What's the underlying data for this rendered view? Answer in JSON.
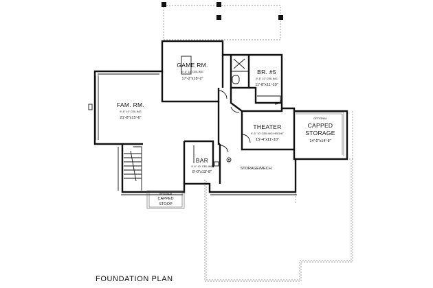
{
  "plan_title": "FOUNDATION PLAN",
  "rooms": {
    "game": {
      "name": "GAME RM.",
      "ceiling": "9'-6\" 10' CEILING",
      "dims": "17'-2\"x18'-2\""
    },
    "bedroom": {
      "name": "BR. #5",
      "ceiling": "9'-6\" 10' CEILING",
      "dims": "11'-8\"x11'-10\""
    },
    "family": {
      "name": "FAM. RM.",
      "ceiling": "9'-6\" 10' CEILING",
      "dims": "21'-8\"x15'-6\""
    },
    "theater": {
      "name": "THEATER",
      "ceiling": "9'-6\" 10' CEILING HEIGHT",
      "dims": "15'-4\"x11'-10\""
    },
    "storage": {
      "optional": "OPTIONAL",
      "name1": "CAPPED",
      "name2": "STORAGE",
      "dims": "14'-0\"x14'-8\""
    },
    "bar": {
      "name": "BAR",
      "ceiling": "9'-6\" 10' CEILING",
      "dims": "8'-0\"x13'-8\""
    },
    "mech": {
      "name": "STORAGE/MECH."
    },
    "stoop": {
      "optional": "OPTIONAL",
      "name1": "CAPPED",
      "name2": "STOOP"
    }
  }
}
